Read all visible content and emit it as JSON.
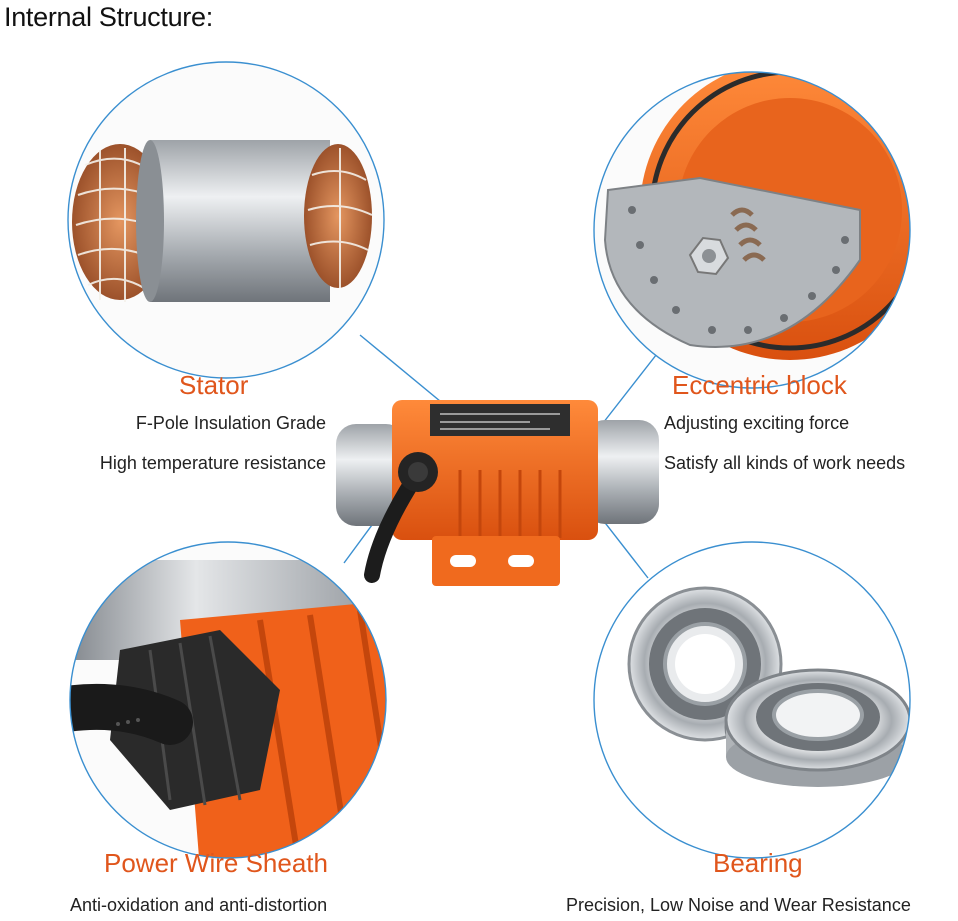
{
  "page": {
    "heading": "Internal Structure:"
  },
  "parts": {
    "stator": {
      "title": "Stator",
      "line1": "F-Pole Insulation Grade",
      "line2": "High temperature resistance"
    },
    "eccentric": {
      "title": "Eccentric block",
      "line1": "Adjusting exciting force",
      "line2": "Satisfy all kinds of work needs"
    },
    "sheath": {
      "title": "Power Wire Sheath",
      "line1": "Anti-oxidation and anti-distortion"
    },
    "bearing": {
      "title": "Bearing",
      "line1": "Precision, Low Noise and Wear Resistance"
    }
  },
  "colors": {
    "accent": "#e0561c",
    "connector": "#3a8fd0",
    "motor_orange": "#f36a1e",
    "steel": "#b8bcc0"
  }
}
